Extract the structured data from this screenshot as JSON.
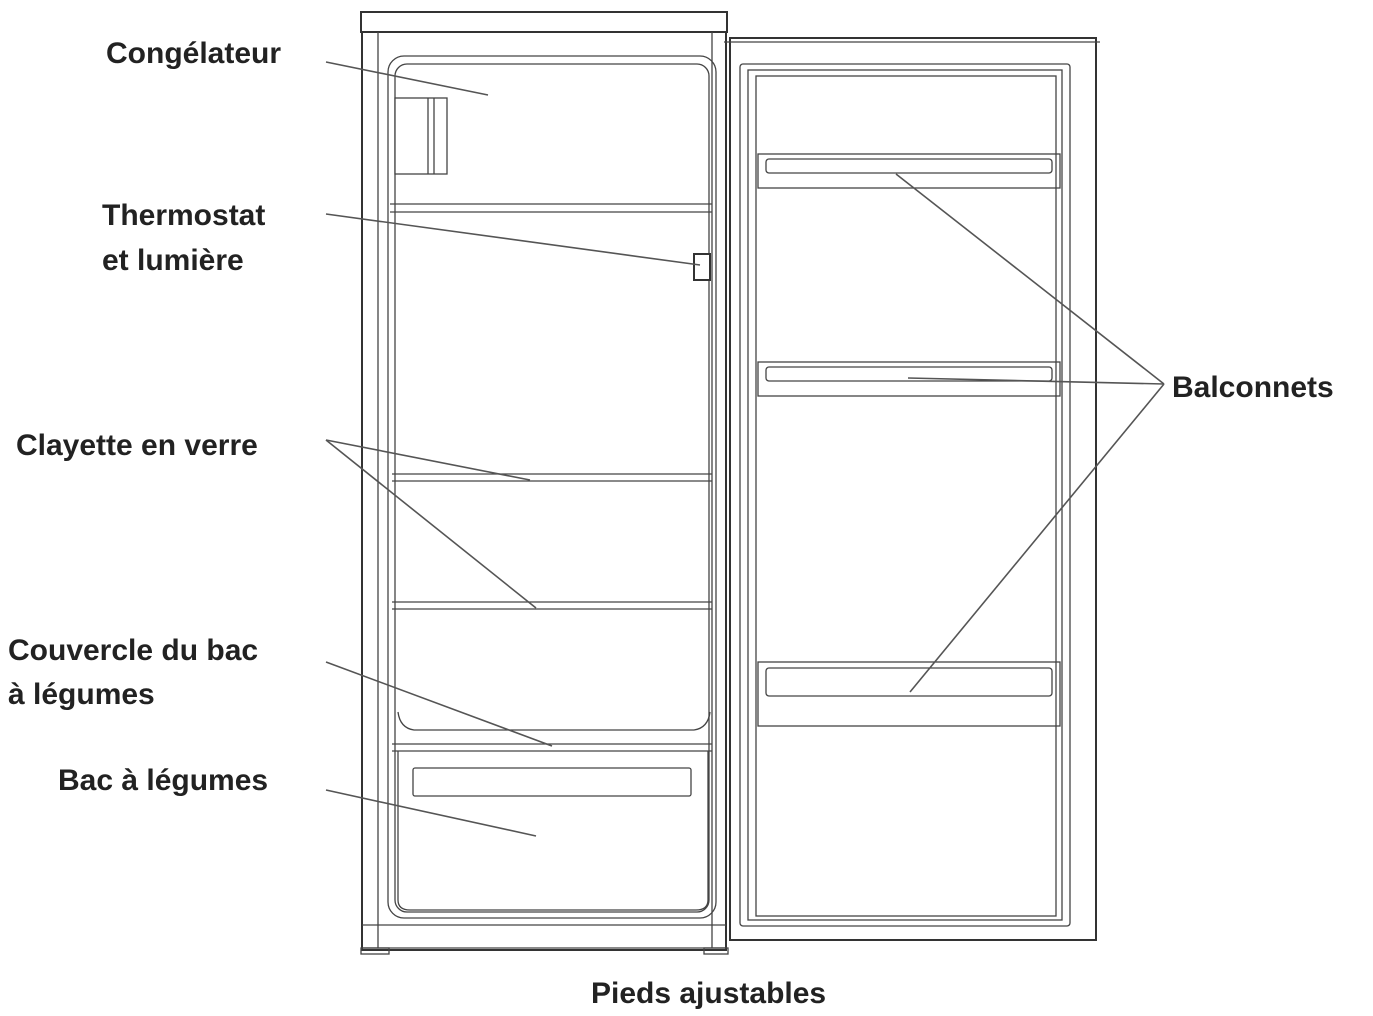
{
  "labels": {
    "freezer": "Congélateur",
    "thermostat_line1": "Thermostat",
    "thermostat_line2": "et lumière",
    "glass_shelf": "Clayette en verre",
    "crisper_cover_line1": "Couvercle du bac",
    "crisper_cover_line2": "à légumes",
    "crisper": "Bac à légumes",
    "door_balconies": "Balconnets",
    "adjustable_feet": "Pieds ajustables"
  },
  "colors": {
    "line": "#555555",
    "text": "#222222",
    "background": "#ffffff"
  }
}
